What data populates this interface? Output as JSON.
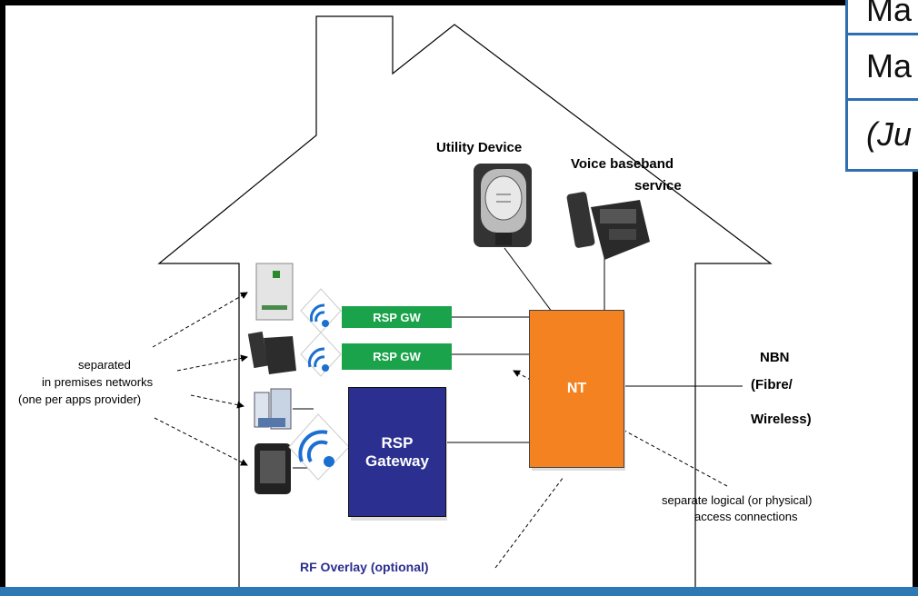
{
  "labels": {
    "utility_device": "Utility Device",
    "voice_line1": "Voice baseband",
    "voice_line2": "service",
    "rsp_gw_1": "RSP GW",
    "rsp_gw_2": "RSP GW",
    "rsp_gateway_line1": "RSP",
    "rsp_gateway_line2": "Gateway",
    "nt": "NT",
    "nbn_line1": "NBN",
    "nbn_line2": "(Fibre/",
    "nbn_line3": "Wireless)",
    "separated_line1": "separated",
    "separated_line2": "in premises networks",
    "separated_line3": "(one per apps provider)",
    "separate_logical_line1": "separate logical (or physical)",
    "separate_logical_line2": "access connections",
    "rf_overlay": "RF Overlay (optional)"
  },
  "table_fragment": {
    "rows": [
      "Ma",
      "Ma",
      "(Ju"
    ]
  },
  "colors": {
    "rsp_gw": "#1aa34a",
    "rsp_gateway": "#2b2f8f",
    "nt": "#f58220",
    "rf_overlay_text": "#2b2f8f",
    "table_border": "#2e6fb0",
    "bottom_bar": "#2e78b4"
  }
}
